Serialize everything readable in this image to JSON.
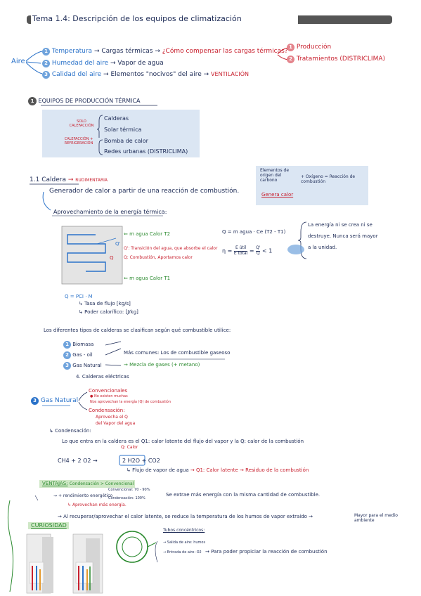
{
  "title": "Tema 1.4: Descripción de los equipos de climatización",
  "aire": {
    "label": "Aire",
    "items": [
      {
        "n": "1",
        "name": "Temperatura",
        "value": "Cargas térmicas",
        "question": "¿Cómo compensar las cargas térmicas?"
      },
      {
        "n": "2",
        "name": "Humedad del aire",
        "value": "Vapor de agua"
      },
      {
        "n": "3",
        "name": "Calidad del aire",
        "value": "Elementos \"nocivos\" del aire",
        "result": "VENTILACIÓN"
      }
    ],
    "compensar": [
      {
        "n": "1",
        "label": "Producción"
      },
      {
        "n": "2",
        "label": "Tratamientos (DISTRICLIMA)"
      }
    ]
  },
  "section1": {
    "n": "1",
    "title": "EQUIPOS DE PRODUCCIÓN TÉRMICA",
    "left_labels": [
      "SOLO CALEFACCIÓN",
      "CALEFACCIÓN + REFRIGERACIÓN"
    ],
    "items": [
      "Calderas",
      "Solar térmica",
      "Bomba de calor",
      "Redes urbanas (DISTRICLIMA)"
    ]
  },
  "note_box": {
    "lines": [
      "Elementos de origen del carbono",
      "+ Oxígeno = Reacción de combustión"
    ],
    "result": "Genera calor"
  },
  "caldera": {
    "number": "1.1",
    "title": "Caldera",
    "tag": "RUDIMENTARIA",
    "desc": "Generador de calor a partir de una reacción de combustión.",
    "sub": "Aprovechamiento de la energía térmica:",
    "diagram": {
      "out": "m agua Calor",
      "out_t": "T2",
      "in": "m agua Calor",
      "in_t": "T1",
      "q_prime_symbol": "Q'",
      "q_prime": "Q': Transición del agua, que absorbe el calor",
      "q_symbol": "Q",
      "q": "Q: Combustión, Aportamos calor"
    },
    "formula1": "Q = m agua · Ce (T2 - T1)",
    "formula2_lhs": "η =",
    "formula2_num": "E útil",
    "formula2_den": "E total",
    "formula2_mid": "=",
    "formula2_num2": "Q'",
    "formula2_den2": "Q",
    "formula2_tail": "< 1",
    "energy_note": [
      "La energía ni se crea ni se",
      "destruye. Nunca será mayor",
      "a la unidad."
    ],
    "pci_formula": "Q = PCI · M",
    "pci_1": "Tasa de flujo [kg/s]",
    "pci_2": "Poder calorífico: [J/kg]"
  },
  "tipos": {
    "intro": "Los diferentes tipos de calderas se clasifican según qué combustible utilice:",
    "items": [
      {
        "n": "1",
        "label": "Biomasa"
      },
      {
        "n": "2",
        "label": "Gas - oil"
      },
      {
        "n": "3",
        "label": "Gas Natural"
      },
      {
        "n": "4.",
        "label": "Calderas eléctricas"
      }
    ],
    "mas_comunes": "Más comunes: Los de",
    "mas_comunes_u": "combustible gaseoso",
    "mezcla": "Mezcla de gases (+ metano)"
  },
  "gas_natural": {
    "n": "3",
    "title": "Gas Natural",
    "convencionales": "Convencionales",
    "conv_1": "No existen muchas",
    "conv_2": "Nos aprovechan la energía (Q) de combustión",
    "condensacion": "Condensación:",
    "cond_1": "Aprovecha el Q",
    "cond_2": "del Vapor del agua",
    "cond_title": "Condensación:",
    "cond_text": "Lo que entra en la caldera es el Q1: calor latente del flujo del vapor y la Q: calor de la combustión",
    "q_calor": "Q: Calor",
    "reaction_left": "CH4 + 2 O2",
    "reaction_right": "2 H2O + CO2",
    "flujo": "Flujo de vapor de agua",
    "flujo_res": "Q1: Calor latente",
    "flujo_res2": "Residuo de la combustión"
  },
  "ventajas": {
    "label": "VENTAJAS:",
    "sub": "Condensación > Convencional",
    "rend": "+ rendimiento energético",
    "conv": "Convencional: 70 - 90%",
    "cond": "Condensación: 100%",
    "rend_text": "Se extrae más energía con la misma cantidad de combustible.",
    "aprove": "Aprovechan más energía.",
    "recuperar": "Al recuperar/aprovechar el calor latente, se reduce la temperatura de los humos de vapor extraído",
    "recuperar_tail": "Mayor para el medio ambiente"
  },
  "curiosidad": {
    "label": "CURIOSIDAD",
    "tubos": "Tubos concéntricos:",
    "tubo1": "Salida de aire: humos",
    "tubo2": "Entrada de aire: O2",
    "tubo2_res": "Para poder propiciar la reacción de combustión"
  }
}
